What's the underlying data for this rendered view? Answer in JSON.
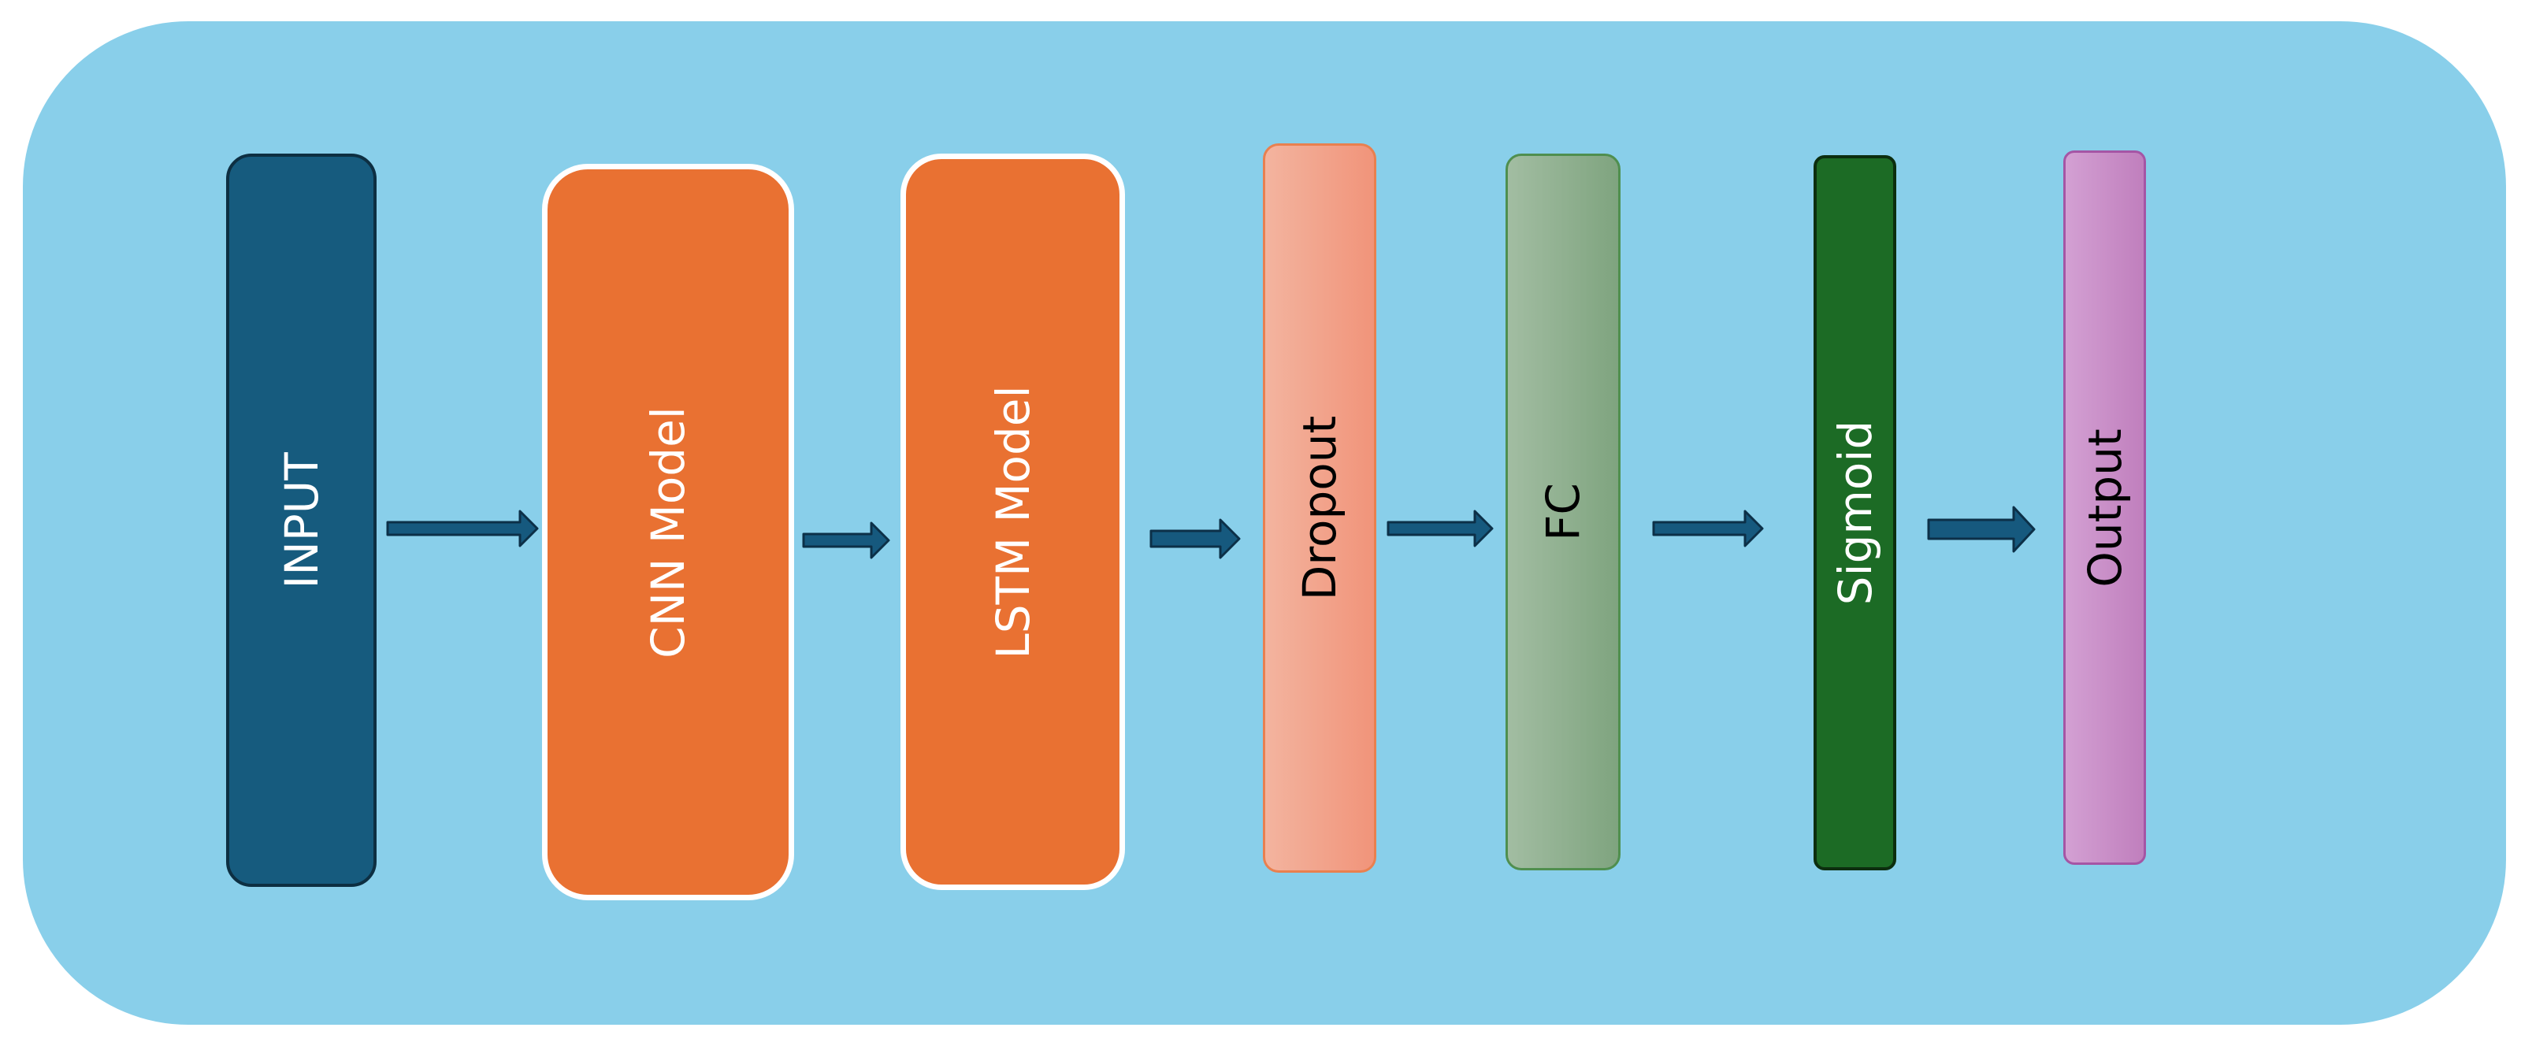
{
  "colors": {
    "background": "#89cfea",
    "arrow_fill": "#16597e",
    "arrow_stroke": "#0c3048"
  },
  "blocks": {
    "input": {
      "label": "INPUT",
      "fill": "#165b7e",
      "border": "#0d2f42",
      "text_color": "#ffffff"
    },
    "cnn": {
      "label": "CNN Model",
      "fill": "#e97132",
      "border": "#ffffff",
      "text_color": "#ffffff"
    },
    "lstm": {
      "label": "LSTM Model",
      "fill": "#e97132",
      "border": "#ffffff",
      "text_color": "#ffffff"
    },
    "dropout": {
      "label": "Dropout",
      "fill_start": "#f3b49f",
      "fill_end": "#f1947a",
      "border": "#e9804f",
      "text_color": "#000000"
    },
    "fc": {
      "label": "FC",
      "fill_start": "#a2bda2",
      "fill_end": "#7fa47f",
      "border": "#4f8f4f",
      "text_color": "#000000"
    },
    "sigmoid": {
      "label": "Sigmoid",
      "fill": "#1c6b25",
      "border": "#0c2e0f",
      "text_color": "#ffffff"
    },
    "output": {
      "label": "Output",
      "fill_start": "#d3a0d3",
      "fill_end": "#c07fbd",
      "border": "#a555a5",
      "text_color": "#000000"
    }
  }
}
